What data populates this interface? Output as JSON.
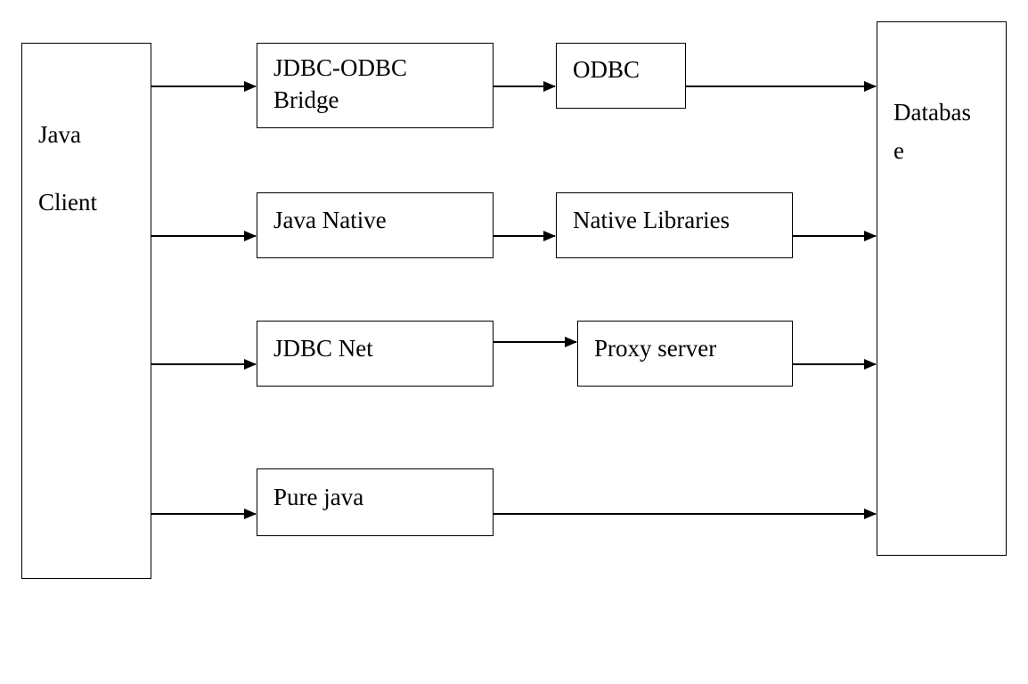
{
  "nodes": {
    "client": {
      "lines": [
        "Java",
        "Client"
      ]
    },
    "database": {
      "lines": [
        "Databas",
        "e"
      ]
    },
    "bridge": {
      "lines": [
        "JDBC-ODBC",
        "Bridge"
      ]
    },
    "odbc": {
      "label": "ODBC"
    },
    "native": {
      "label": "Java Native"
    },
    "native_libraries": {
      "label": "Native Libraries"
    },
    "net": {
      "label": "JDBC Net"
    },
    "proxy": {
      "label": "Proxy server"
    },
    "pure": {
      "label": "Pure java"
    }
  },
  "edges": [
    {
      "from": "client",
      "to": "bridge"
    },
    {
      "from": "bridge",
      "to": "odbc"
    },
    {
      "from": "odbc",
      "to": "database"
    },
    {
      "from": "client",
      "to": "native"
    },
    {
      "from": "native",
      "to": "native_libraries"
    },
    {
      "from": "native_libraries",
      "to": "database"
    },
    {
      "from": "client",
      "to": "net"
    },
    {
      "from": "net",
      "to": "proxy"
    },
    {
      "from": "proxy",
      "to": "database"
    },
    {
      "from": "client",
      "to": "pure"
    },
    {
      "from": "pure",
      "to": "database"
    }
  ]
}
